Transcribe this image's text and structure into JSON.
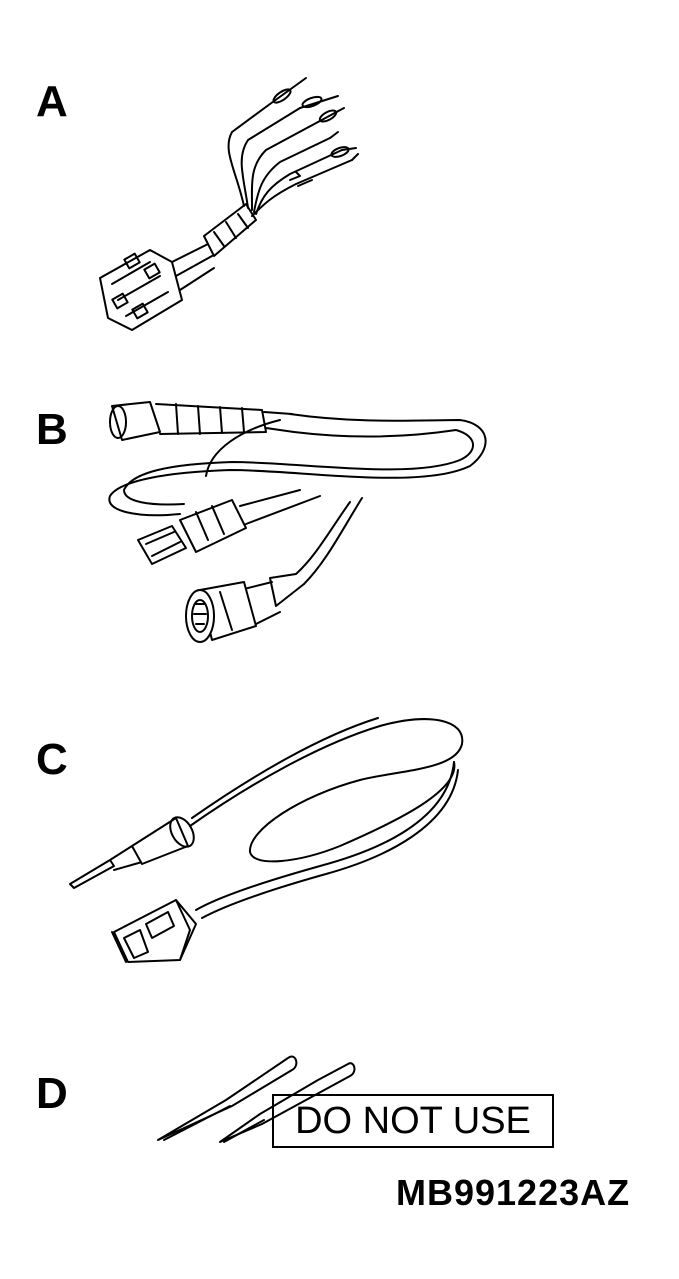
{
  "labels": {
    "a": "A",
    "b": "B",
    "c": "C",
    "d": "D"
  },
  "items": [
    {
      "label": "A",
      "icon": "wire-harness-adapter-icon"
    },
    {
      "label": "B",
      "icon": "harness-with-connectors-icon"
    },
    {
      "label": "C",
      "icon": "probe-lead-with-connector-icon"
    },
    {
      "label": "D",
      "icon": "test-pins-icon"
    }
  ],
  "warning": "DO NOT USE",
  "part_number": "MB991223AZ",
  "colors": {
    "ink": "#000000",
    "paper": "#ffffff"
  }
}
